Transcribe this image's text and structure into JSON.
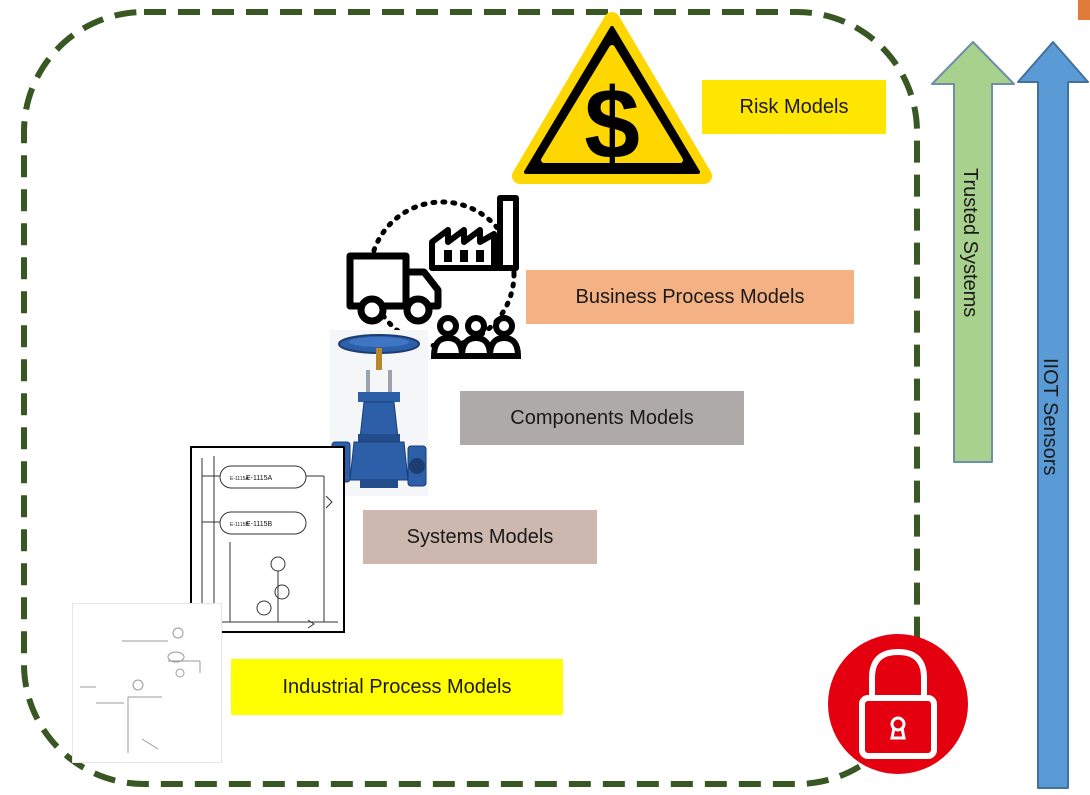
{
  "labels": {
    "risk": "Risk Models",
    "business": "Business Process Models",
    "components": "Components Models",
    "systems": "Systems Models",
    "industrial": "Industrial Process Models"
  },
  "arrows": {
    "trusted": "Trusted Systems",
    "iiot": "IIOT Sensors"
  },
  "pid_tags": {
    "exchanger_a": "E-1115A",
    "exchanger_b": "E-1115B"
  },
  "risk_symbol": "$",
  "icons": [
    "dollar-warning-icon",
    "truck-icon",
    "factory-icon",
    "people-group-icon",
    "gate-valve-icon",
    "lock-icon"
  ],
  "colors": {
    "border": "#385723",
    "risk_bg": "#FFE600",
    "warning_yellow": "#FFD700",
    "business_bg": "#F4B183",
    "components_bg": "#AEAAAA",
    "systems_bg": "#CDB8B0",
    "industrial_bg": "#FFFF00",
    "trusted_arrow": "#A9D18E",
    "iiot_arrow": "#5B9BD5",
    "lock_circle": "#E4000F",
    "valve_blue": "#2D5FA8"
  }
}
